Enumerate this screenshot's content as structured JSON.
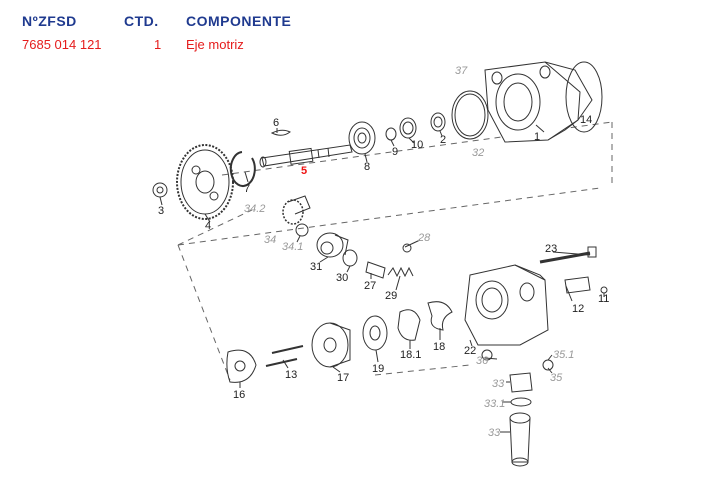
{
  "header": {
    "col_part_number": "NºZFSD",
    "col_quantity": "CTD.",
    "col_component": "COMPONENTE"
  },
  "row": {
    "part_number": "7685 014 121",
    "quantity": "1",
    "component": "Eje motriz"
  },
  "colors": {
    "header_text": "#1f3a8f",
    "row_text": "#e51c1c",
    "highlight_label": "#e51c1c",
    "line": "#333333",
    "secondary_label": "#999999"
  },
  "diagram": {
    "highlighted_part": "5",
    "labels": {
      "l1": "1",
      "l2": "2",
      "l3": "3",
      "l4": "4",
      "l5": "5",
      "l6": "6",
      "l7": "7",
      "l8": "8",
      "l9": "9",
      "l10": "10",
      "l11": "11",
      "l12": "12",
      "l13": "13",
      "l14": "14",
      "l16": "16",
      "l17": "17",
      "l18": "18",
      "l18_1": "18.1",
      "l19": "19",
      "l22": "22",
      "l23": "23",
      "l27": "27",
      "l28": "28",
      "l29": "29",
      "l30": "30",
      "l31": "31",
      "l32": "32",
      "l33": "33",
      "l33_1": "33.1",
      "l33b": "33",
      "l34": "34",
      "l34_1": "34.1",
      "l34_2": "34.2",
      "l35": "35",
      "l35_1": "35.1",
      "l36": "36",
      "l37": "37"
    }
  }
}
